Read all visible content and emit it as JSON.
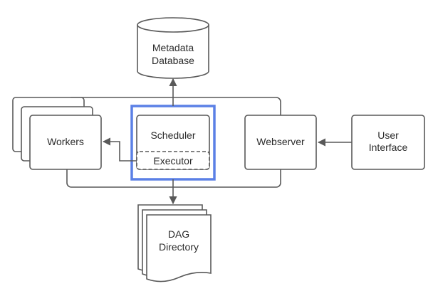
{
  "nodes": {
    "metadata_database": {
      "line1": "Metadata",
      "line2": "Database"
    },
    "workers": {
      "label": "Workers"
    },
    "scheduler": {
      "label": "Scheduler"
    },
    "executor": {
      "label": "Executor"
    },
    "webserver": {
      "label": "Webserver"
    },
    "user_interface": {
      "line1": "User",
      "line2": "Interface"
    },
    "dag_directory": {
      "line1": "DAG",
      "line2": "Directory"
    }
  },
  "colors": {
    "stroke": "#595959",
    "highlight": "#5b80e6",
    "text": "#2b2b2b",
    "background": "#ffffff"
  }
}
